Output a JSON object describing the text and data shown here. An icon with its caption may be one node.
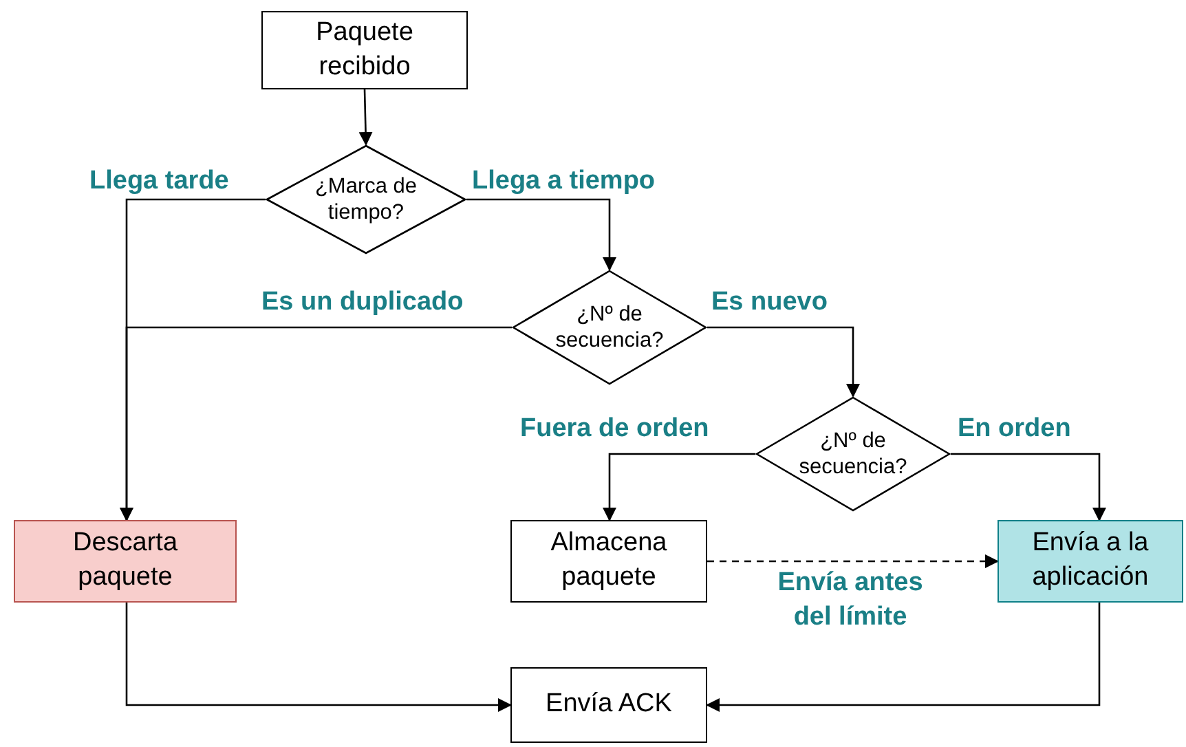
{
  "diagram": {
    "nodes": [
      {
        "text": [
          "Paquete recibido"
        ]
      },
      {
        "text": [
          "¿Marca de tiempo?"
        ]
      },
      {
        "text": [
          "¿Nº de secuencia?"
        ]
      },
      {
        "text": [
          "¿Nº de secuencia?"
        ]
      },
      {
        "text": [
          "Descarta paquete"
        ]
      },
      {
        "text": [
          "Almacena paquete"
        ]
      },
      {
        "text": [
          "Envía a la aplicación"
        ]
      },
      {
        "text": [
          "Envía ACK"
        ]
      }
    ],
    "edges": [
      {
        "from": 0,
        "to": 1,
        "arrow": "to"
      },
      {
        "from": 1,
        "to": 4,
        "arrow": "to",
        "label": "Llega tarde"
      },
      {
        "from": 1,
        "to": 2,
        "arrow": "to",
        "label": "Llega a tiempo"
      },
      {
        "from": 2,
        "to": 4,
        "arrow": "to",
        "label": "Es un duplicado"
      },
      {
        "from": 2,
        "to": 3,
        "arrow": "to",
        "label": "Es nuevo"
      },
      {
        "from": 3,
        "to": 5,
        "arrow": "to",
        "label": "Fuera de orden"
      },
      {
        "from": 3,
        "to": 6,
        "arrow": "to",
        "label": "En orden"
      },
      {
        "from": 5,
        "to": 6,
        "arrow": "to",
        "label": "Envía antes del límite",
        "style": "dashed"
      },
      {
        "from": 4,
        "to": 7,
        "arrow": "to"
      },
      {
        "from": 6,
        "to": 7,
        "arrow": "to"
      }
    ]
  }
}
